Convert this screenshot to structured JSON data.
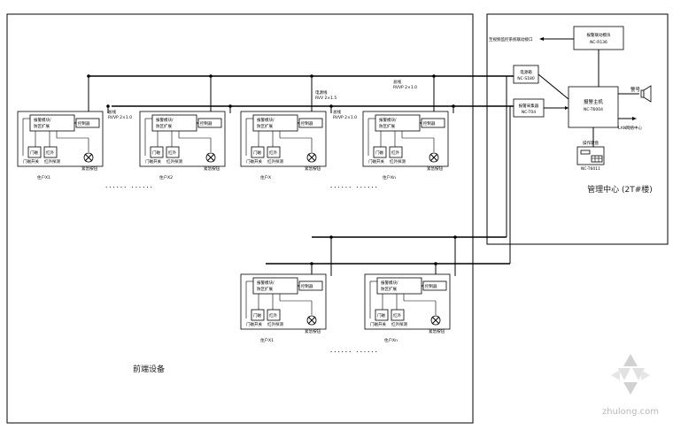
{
  "center": {
    "area_label": "管理中心 (2T#楼)",
    "main_unit": {
      "name": "报警主机",
      "model": "NC-T6004"
    },
    "decoder_top": {
      "name": "报警联动模块",
      "model": "NC-R136"
    },
    "power": {
      "name": "电源箱",
      "model": "NC-S180"
    },
    "alarm_collector": {
      "name": "报警采集器",
      "model": "NC-T04"
    },
    "keypad": {
      "name": "操作键盘",
      "model": "NC-T6011"
    },
    "linkage_output": "至视频监控系统联动接口",
    "siren_label": "警号",
    "lan_label": "LAN网络中心"
  },
  "bus_labels": {
    "a": "总线",
    "a_spec": "RVVP 2×1.0",
    "b": "总线",
    "b_spec": "RVVP 2×1.0",
    "c": "电源线",
    "c_spec": "RVV 2×1.5"
  },
  "household": {
    "module_line1": "报警模块/",
    "module_line2": "防区扩展",
    "controller": "控制器",
    "door_sensor": "门磁",
    "ir_detector": "红外",
    "door_label": "门磁开关",
    "ir_label": "红外探测",
    "panic_label": "紧急按钮"
  },
  "units_row1": [
    "住户X1",
    "住户X2",
    "住户X",
    "住户Xn"
  ],
  "units_row2": [
    "住户X1",
    "住户Xn"
  ],
  "ellipsis": "...... ......",
  "front_end_label": "前端设备",
  "watermark": "zhulong.com"
}
